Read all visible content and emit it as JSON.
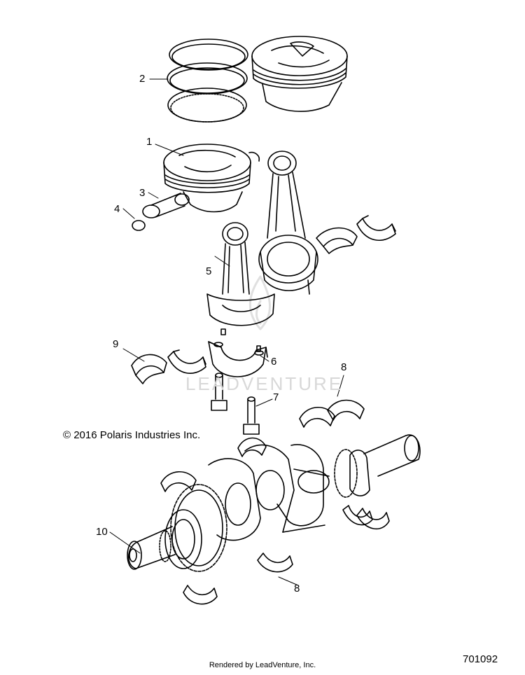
{
  "callouts": [
    {
      "id": "c1",
      "label": "1"
    },
    {
      "id": "c2",
      "label": "2"
    },
    {
      "id": "c3",
      "label": "3"
    },
    {
      "id": "c4",
      "label": "4"
    },
    {
      "id": "c5",
      "label": "5"
    },
    {
      "id": "c6",
      "label": "6"
    },
    {
      "id": "c7",
      "label": "7"
    },
    {
      "id": "c8a",
      "label": "8"
    },
    {
      "id": "c8b",
      "label": "8"
    },
    {
      "id": "c9",
      "label": "9"
    },
    {
      "id": "c10",
      "label": "10"
    }
  ],
  "copyright": "© 2016 Polaris Industries Inc.",
  "rendered_by": "Rendered by LeadVenture, Inc.",
  "diagram_id": "701092",
  "watermark": "LEADVENTURE"
}
